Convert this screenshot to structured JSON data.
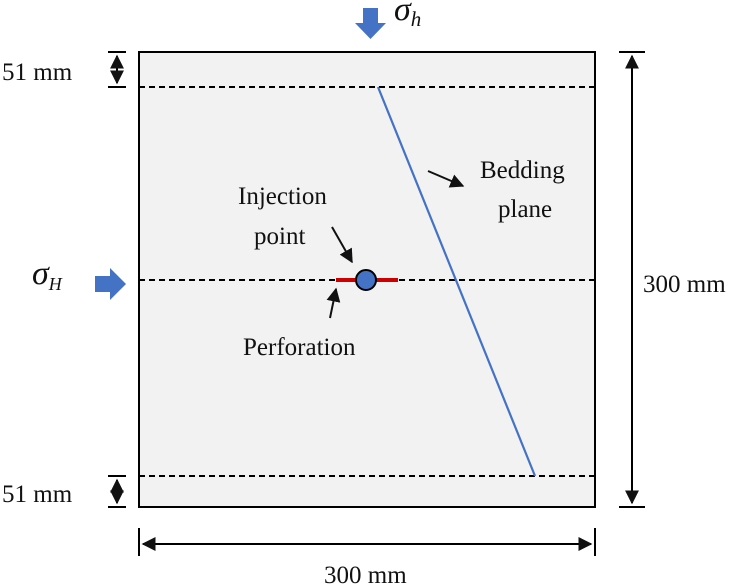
{
  "stresses": {
    "sigma_h": {
      "symbol": "σ",
      "subscript": "h"
    },
    "sigma_H": {
      "symbol": "σ",
      "subscript": "H"
    }
  },
  "labels": {
    "bedding_plane_line1": "Bedding",
    "bedding_plane_line2": "plane",
    "injection_point_line1": "Injection",
    "injection_point_line2": "point",
    "perforation": "Perforation"
  },
  "dimensions": {
    "top_offset": "51 mm",
    "bottom_offset": "51 mm",
    "height": "300 mm",
    "width": "300 mm"
  },
  "colors": {
    "specimen_fill": "#f2f2f2",
    "arrow_fill": "#4472c4",
    "bedding_plane": "#4472c4",
    "perforation": "#cc0000",
    "injection_point": "#4472c4"
  }
}
